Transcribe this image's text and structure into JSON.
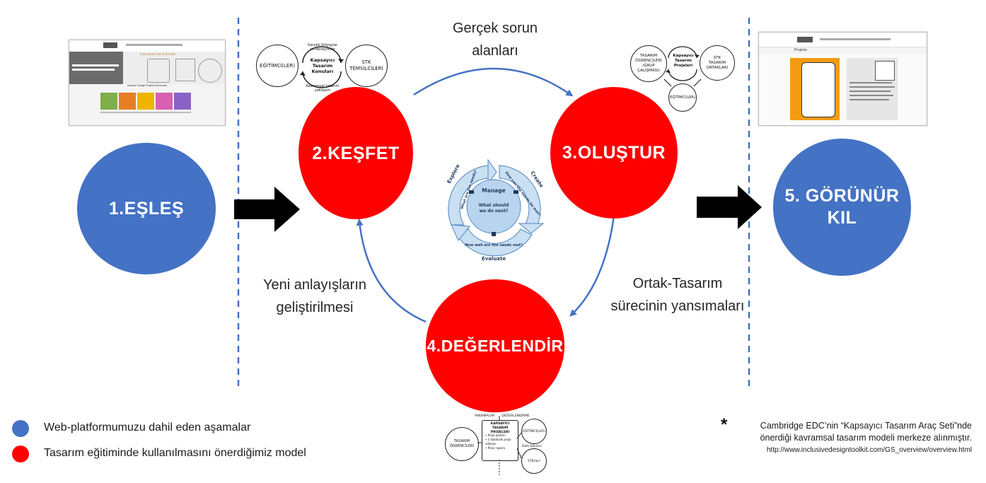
{
  "stages": {
    "s1": "1.EŞLEŞ",
    "s2": "2.KEŞFET",
    "s3": "3.OLUŞTUR",
    "s4": "4.DEĞERLENDİR",
    "s5_line1": "5. GÖRÜNÜR",
    "s5_line2": "KIL"
  },
  "flow_labels": {
    "top_line1": "Gerçek sorun",
    "top_line2": "alanları",
    "right_line1": "Ortak-Tasarım",
    "right_line2": "sürecinin yansımaları",
    "left_line1": "Yeni anlayışların",
    "left_line2": "geliştirilmesi"
  },
  "cycle": {
    "manage": "Manage",
    "center_line1": "What should",
    "center_line2": "we do next?",
    "explore": "Explore",
    "create": "Create",
    "evaluate": "Evaluate",
    "explore_q": "What are the needs?",
    "create_q": "How can the needs be met?",
    "evaluate_q": "How well are the needs met?"
  },
  "keşfet_diagram": {
    "left": "EĞİTİMCİ(LER)",
    "right_line1": "STK",
    "right_line2": "TEMSİLCİLERİ",
    "center_line1": "Kapsayıcı",
    "center_line2": "Tasarım",
    "center_line3": "Konuları",
    "top_line1": "Gerçek ihtiyaçlar",
    "top_line2": "ve deneyimler",
    "bottom_line1": "Kavramsal tasarım",
    "bottom_line2": "yaklaşım"
  },
  "olustur_diagram": {
    "left_line1": "TASARIM",
    "left_line2": "ÖĞRENCİLERİ",
    "left_line3": "(GRUP ÇALIŞMASI)",
    "center_line1": "Kapsayıcı",
    "center_line2": "Tasarım",
    "center_line3": "Projeleri",
    "right_line1": "STK",
    "right_line2": "TASARIM",
    "right_line3": "ORTAKLARI",
    "bottom": "EĞİTİMCİ(LER)"
  },
  "degerlendir_diagram": {
    "top_left": "YANSIMALAR",
    "top_right": "DEĞERLENDİRME",
    "left_line1": "TASARIM",
    "left_line2": "ÖĞRENCİLERİ",
    "box_title1": "KAPSAYICI TASARIM",
    "box_title2": "PROJELERİ",
    "item1": "Proje posteri",
    "item2": "3 dakikalık proje videosu",
    "item3": "Proje raporu",
    "right1": "EĞİTİMCİ(LER)",
    "right2": "Dahi bilirkisi",
    "right3": "STK(lar)"
  },
  "legend": {
    "blue_text": "Web-platformumuzu dahil eden aşamalar",
    "red_text": "Tasarım eğitiminde kullanılmasını önerdiğimiz model",
    "blue_color": "#4472c4",
    "red_color": "#ff0000"
  },
  "note": {
    "asterisk": "*",
    "line1": "Cambridge EDC’nin “Kapsayıcı Tasarım Araç Seti”nde",
    "line2": "önerdiği kavramsal tasarım modeli merkeze alınmıştır.",
    "url": "http://www.inclusivedesigntoolkit.com/GS_overview/overview.html"
  },
  "thumbs": {
    "left_headline": "FOR DESIGN THE PLATFORM",
    "left_section": "Inclusive Design Projects Showcase",
    "right_title": "Projects"
  }
}
